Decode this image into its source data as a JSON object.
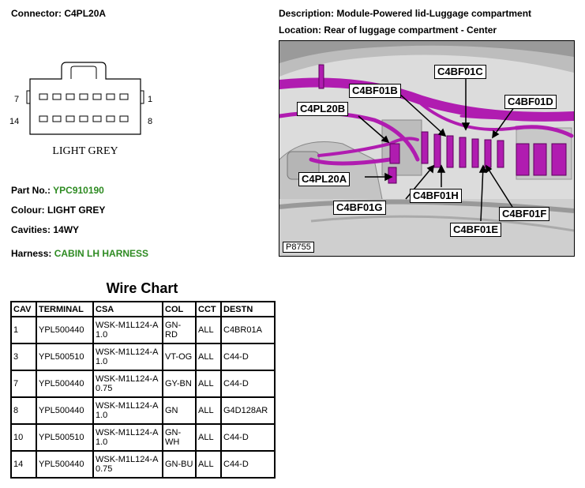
{
  "connector": {
    "label": "Connector:",
    "value": "C4PL20A",
    "pin_left_top": "7",
    "pin_right_top": "1",
    "pin_left_bottom": "14",
    "pin_right_bottom": "8",
    "colour_caption": "LIGHT GREY"
  },
  "description": {
    "label": "Description:",
    "value": "Module-Powered lid-Luggage compartment"
  },
  "location": {
    "label": "Location:",
    "value": "Rear of luggage compartment - Center"
  },
  "details": {
    "part_no_label": "Part No.:",
    "part_no": "YPC910190",
    "colour_label": "Colour:",
    "colour": "LIGHT GREY",
    "cavities_label": "Cavities:",
    "cavities": "14WY",
    "harness_label": "Harness:",
    "harness": "CABIN LH HARNESS"
  },
  "photo": {
    "callouts": [
      "C4BF01C",
      "C4BF01B",
      "C4BF01D",
      "C4PL20B",
      "C4PL20A",
      "C4BF01H",
      "C4BF01G",
      "C4BF01F",
      "C4BF01E"
    ],
    "id": "P8755"
  },
  "wire_chart": {
    "title": "Wire Chart",
    "headers": [
      "CAV",
      "TERMINAL",
      "CSA",
      "COL",
      "CCT",
      "DESTN"
    ],
    "rows": [
      [
        "1",
        "YPL500440",
        "WSK-M1L124-A 1.0",
        "GN-RD",
        "ALL",
        "C4BR01A"
      ],
      [
        "3",
        "YPL500510",
        "WSK-M1L124-A 1.0",
        "VT-OG",
        "ALL",
        "C44-D"
      ],
      [
        "7",
        "YPL500440",
        "WSK-M1L124-A 0.75",
        "GY-BN",
        "ALL",
        "C44-D"
      ],
      [
        "8",
        "YPL500440",
        "WSK-M1L124-A 1.0",
        "GN",
        "ALL",
        "G4D128AR"
      ],
      [
        "10",
        "YPL500510",
        "WSK-M1L124-A 1.0",
        "GN-WH",
        "ALL",
        "C44-D"
      ],
      [
        "14",
        "YPL500440",
        "WSK-M1L124-A 0.75",
        "GN-BU",
        "ALL",
        "C44-D"
      ]
    ]
  },
  "colors": {
    "green_text": "#2e8b22",
    "harness_magenta": "#b01cb0"
  }
}
